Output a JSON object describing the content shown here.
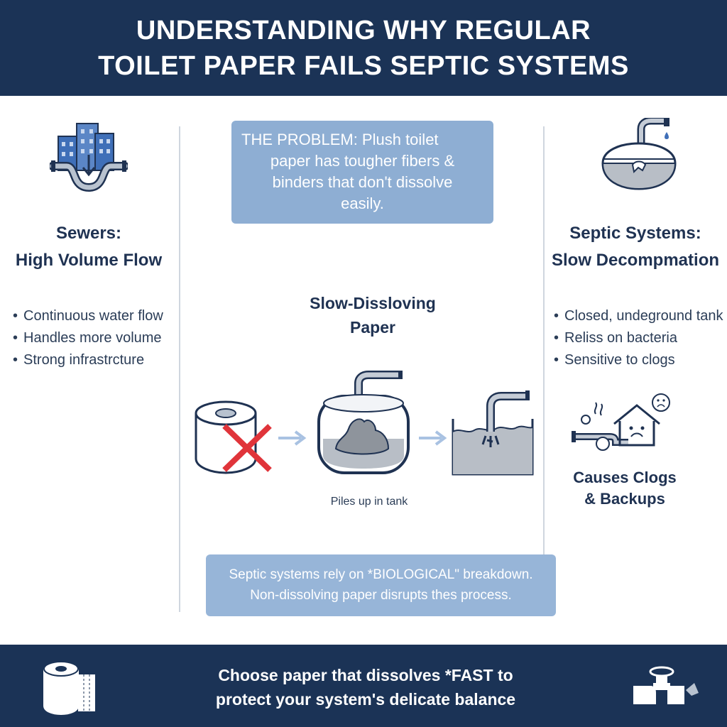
{
  "header": {
    "title_line1": "UNDERSTANDING WHY REGULAR",
    "title_line2": "TOILET PAPER FAILS SEPTIC SYSTEMS"
  },
  "left": {
    "icon": "city-sewer-pipe-icon",
    "heading_line1": "Sewers:",
    "heading_line2": "High Volume Flow",
    "bullets": [
      "Continuous water flow",
      "Handles more volume",
      "Strong infrastrcture"
    ]
  },
  "center": {
    "problem_lines": [
      "THE PROBLEM: Plush toilet",
      "paper has tougher fibers &",
      "binders that don't dissolve",
      "easily."
    ],
    "title_line1": "Slow-Dissloving",
    "title_line2": "Paper",
    "caption": "Piles up in tank",
    "bottom_lines": [
      "Septic systems rely on *BIOLOGICAL\" breakdown.",
      "Non-dissolving paper disrupts thes process."
    ],
    "icons": [
      "toilet-roll-crossed-icon",
      "arrow-right-icon",
      "septic-tank-pile-icon",
      "arrow-right-icon",
      "tank-pipe-drain-icon"
    ]
  },
  "right": {
    "icon": "septic-tank-pipe-icon",
    "heading_line1": "Septic Systems:",
    "heading_line2": "Slow Decompmation",
    "bullets": [
      "Closed, undeground tank",
      "Reliss on bacteria",
      "Sensitive to clogs"
    ],
    "clog_icon": "house-backup-sad-icon",
    "clogs_line1": "Causes Clogs",
    "clogs_line2": "& Backups"
  },
  "footer": {
    "line1": "Choose paper that dissolves *FAST to",
    "line2": "protect your system's delicate balance",
    "left_icon": "toilet-paper-roll-icon",
    "right_icon": "pipe-faucet-icon"
  },
  "colors": {
    "navy": "#1b3356",
    "box_blue": "#8eaed3",
    "accent_blue": "#3f6fb8",
    "red": "#e0343a"
  }
}
